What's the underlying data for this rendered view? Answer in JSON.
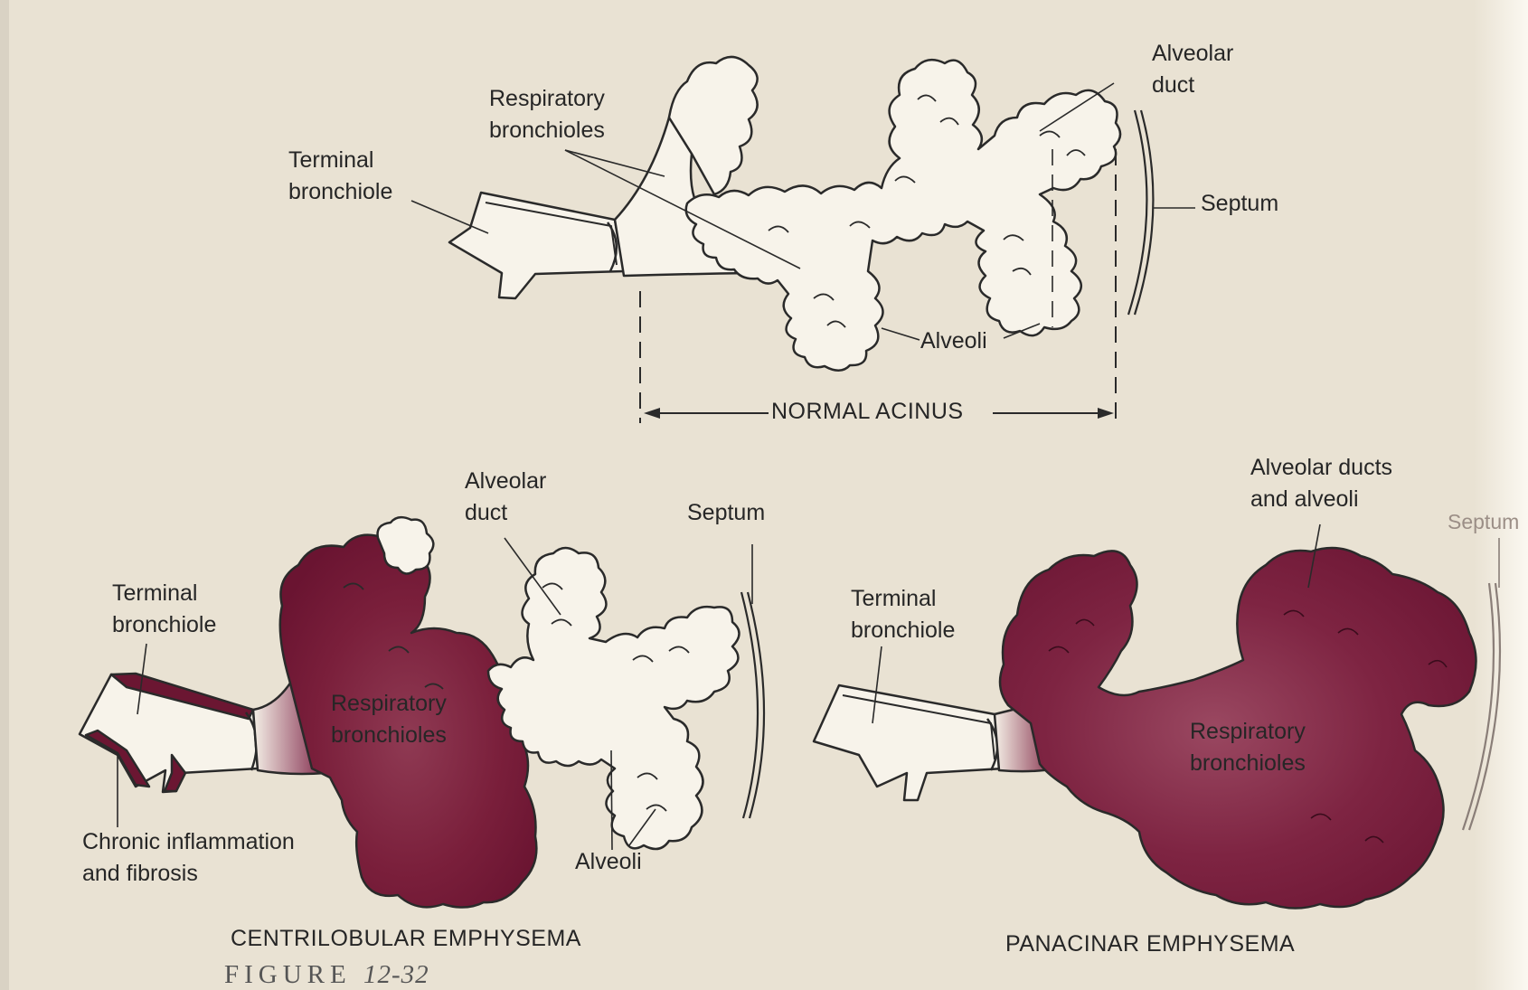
{
  "colors": {
    "background": "#e9e2d3",
    "ink": "#262626",
    "emphysema": "#7b1f3c"
  },
  "normal": {
    "respiratory_bronchioles": [
      "Respiratory",
      "bronchioles"
    ],
    "terminal_bronchiole": [
      "Terminal",
      "bronchiole"
    ],
    "alveolar_duct": [
      "Alveolar",
      "duct"
    ],
    "septum": "Septum",
    "alveoli": "Alveoli",
    "acinus_label": "NORMAL ACINUS"
  },
  "centrilobular": {
    "terminal_bronchiole": [
      "Terminal",
      "bronchiole"
    ],
    "alveolar_duct": [
      "Alveolar",
      "duct"
    ],
    "septum": "Septum",
    "respiratory_bronchioles": [
      "Respiratory",
      "bronchioles"
    ],
    "inflammation": [
      "Chronic inflammation",
      "and fibrosis"
    ],
    "alveoli": "Alveoli",
    "title": "CENTRILOBULAR EMPHYSEMA"
  },
  "panacinar": {
    "alveolar_ducts": [
      "Alveolar ducts",
      "and alveoli"
    ],
    "septum": "Septum",
    "terminal_bronchiole": [
      "Terminal",
      "bronchiole"
    ],
    "respiratory_bronchioles": [
      "Respiratory",
      "bronchioles"
    ],
    "title": "PANACINAR EMPHYSEMA"
  },
  "figure": {
    "word": "FIGURE",
    "number": "12-32"
  }
}
